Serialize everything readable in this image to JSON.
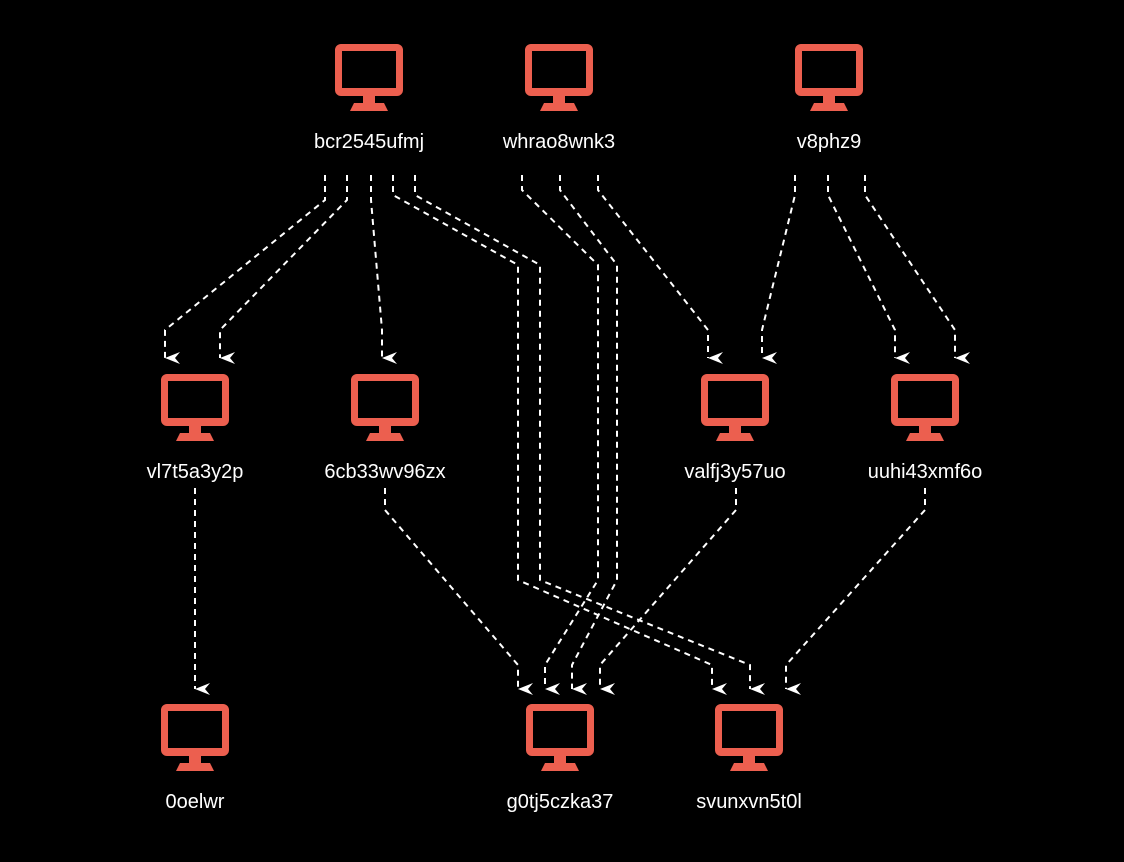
{
  "colors": {
    "background": "#000000",
    "node_icon": "#ec5f4f",
    "edge": "#ffffff",
    "label": "#ffffff"
  },
  "nodes": [
    {
      "id": "bcr2545ufmj",
      "label": "bcr2545ufmj",
      "icon": "monitor-icon"
    },
    {
      "id": "whrao8wnk3",
      "label": "whrao8wnk3",
      "icon": "monitor-icon"
    },
    {
      "id": "v8phz9",
      "label": "v8phz9",
      "icon": "monitor-icon"
    },
    {
      "id": "vl7t5a3y2p",
      "label": "vl7t5a3y2p",
      "icon": "monitor-icon"
    },
    {
      "id": "6cb33wv96zx",
      "label": "6cb33wv96zx",
      "icon": "monitor-icon"
    },
    {
      "id": "valfj3y57uo",
      "label": "valfj3y57uo",
      "icon": "monitor-icon"
    },
    {
      "id": "uuhi43xmf6o",
      "label": "uuhi43xmf6o",
      "icon": "monitor-icon"
    },
    {
      "id": "0oelwr",
      "label": "0oelwr",
      "icon": "monitor-icon"
    },
    {
      "id": "g0tj5czka37",
      "label": "g0tj5czka37",
      "icon": "monitor-icon"
    },
    {
      "id": "svunxvn5t0l",
      "label": "svunxvn5t0l",
      "icon": "monitor-icon"
    }
  ],
  "edges": [
    {
      "from": "bcr2545ufmj",
      "to": "vl7t5a3y2p"
    },
    {
      "from": "bcr2545ufmj",
      "to": "vl7t5a3y2p"
    },
    {
      "from": "bcr2545ufmj",
      "to": "6cb33wv96zx"
    },
    {
      "from": "bcr2545ufmj",
      "to": "svunxvn5t0l"
    },
    {
      "from": "bcr2545ufmj",
      "to": "svunxvn5t0l"
    },
    {
      "from": "whrao8wnk3",
      "to": "g0tj5czka37"
    },
    {
      "from": "whrao8wnk3",
      "to": "g0tj5czka37"
    },
    {
      "from": "whrao8wnk3",
      "to": "valfj3y57uo"
    },
    {
      "from": "v8phz9",
      "to": "valfj3y57uo"
    },
    {
      "from": "v8phz9",
      "to": "uuhi43xmf6o"
    },
    {
      "from": "v8phz9",
      "to": "uuhi43xmf6o"
    },
    {
      "from": "vl7t5a3y2p",
      "to": "0oelwr"
    },
    {
      "from": "6cb33wv96zx",
      "to": "g0tj5czka37"
    },
    {
      "from": "valfj3y57uo",
      "to": "g0tj5czka37"
    },
    {
      "from": "uuhi43xmf6o",
      "to": "svunxvn5t0l"
    }
  ]
}
